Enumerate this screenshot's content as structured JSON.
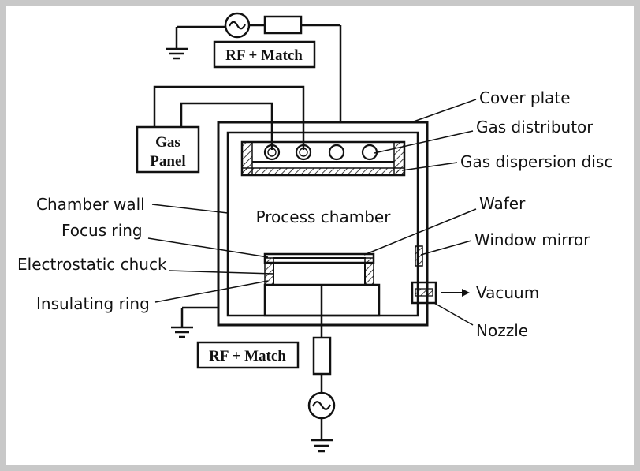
{
  "diagram": {
    "rf_top_label": "RF + Match",
    "rf_bottom_label": "RF + Match",
    "gas_panel_line1": "Gas",
    "gas_panel_line2": "Panel",
    "process_chamber": "Process chamber",
    "labels": {
      "cover_plate": "Cover plate",
      "gas_distributor": "Gas distributor",
      "gas_dispersion_disc": "Gas dispersion disc",
      "chamber_wall": "Chamber wall",
      "wafer": "Wafer",
      "focus_ring": "Focus ring",
      "window_mirror": "Window mirror",
      "electrostatic_chuck": "Electrostatic chuck",
      "vacuum": "Vacuum",
      "insulating_ring": "Insulating ring",
      "nozzle": "Nozzle"
    }
  }
}
